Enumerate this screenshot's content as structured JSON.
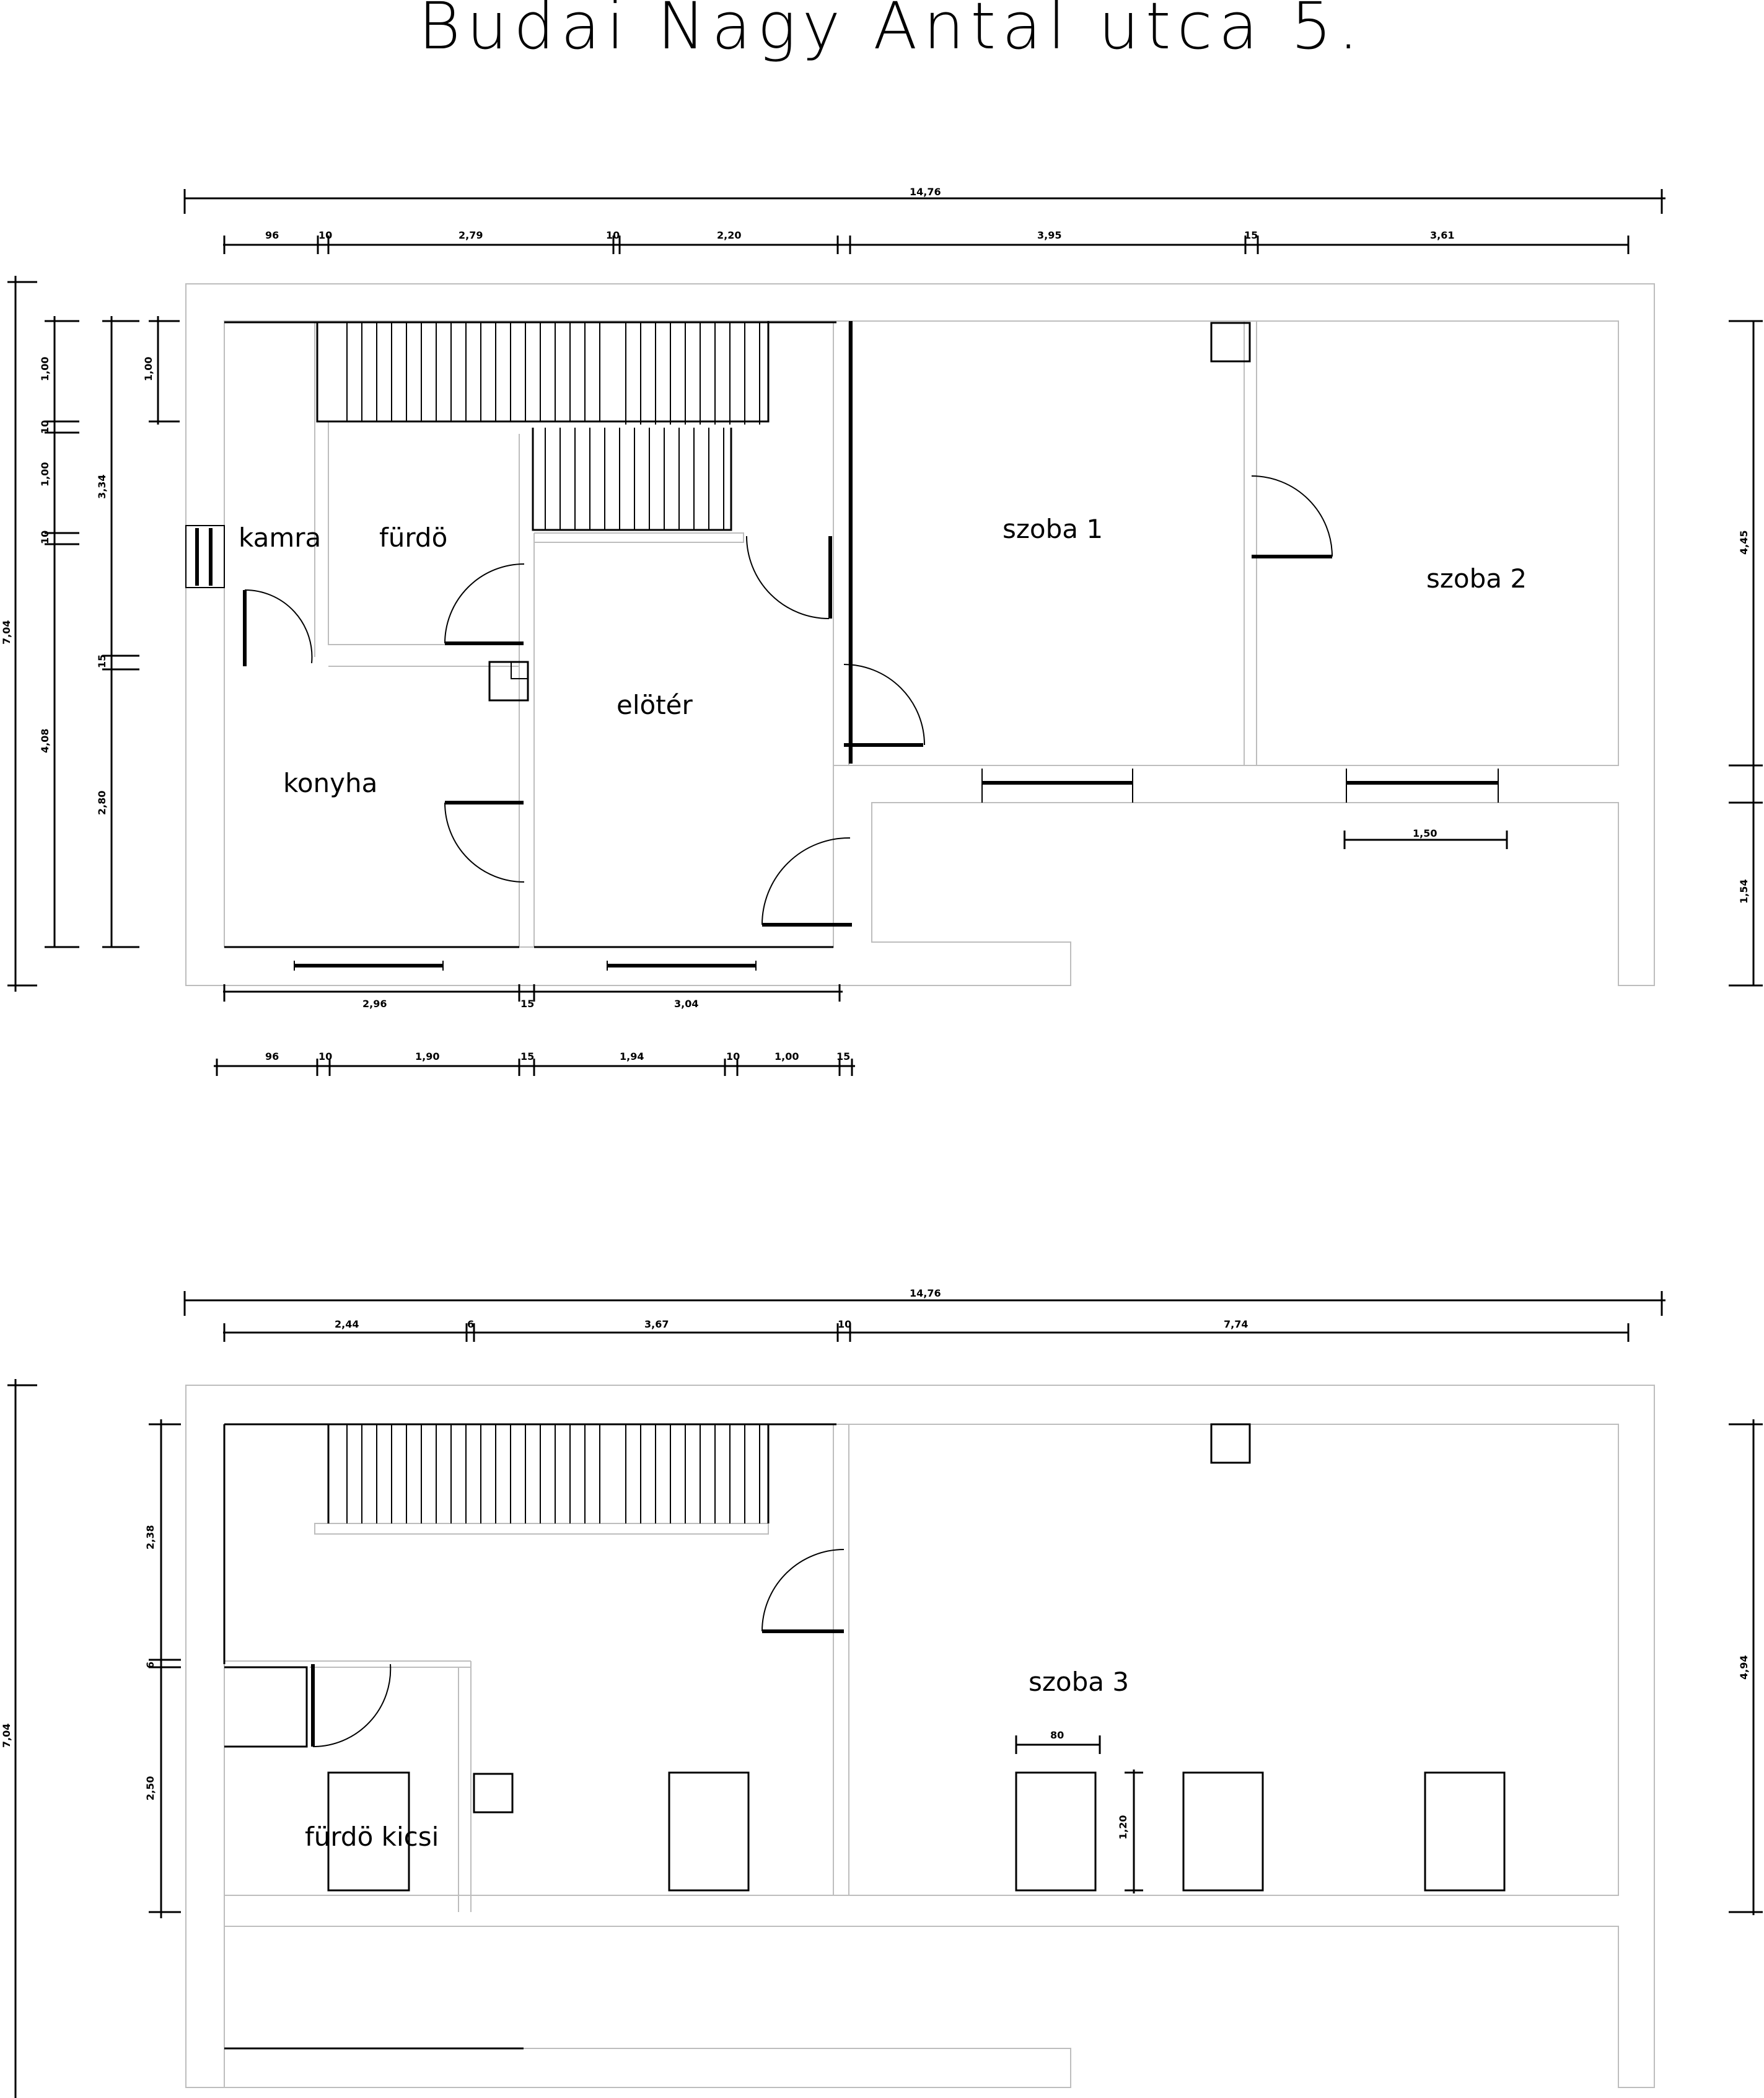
{
  "title": "Budai Nagy Antal utca 5.",
  "ground_floor": {
    "rooms": {
      "kamra": "kamra",
      "furdo": "fürdö",
      "konyha": "konyha",
      "eloter": "elötér",
      "szoba1": "szoba 1",
      "szoba2": "szoba 2"
    },
    "dims_top_total": "14,76",
    "dims_top": [
      "96",
      "10",
      "2,79",
      "10",
      "2,20",
      "3,95",
      "15",
      "3,61"
    ],
    "dims_bottom_1": [
      "2,96",
      "15",
      "3,04"
    ],
    "dims_bottom_2": [
      "96",
      "10",
      "1,90",
      "15",
      "1,94",
      "10",
      "1,00",
      "15"
    ],
    "dims_left_outer": "7,04",
    "dims_left_1": [
      "1,00",
      "10",
      "1,00",
      "10",
      "4,08"
    ],
    "dims_left_2": [
      "3,34",
      "15",
      "2,80"
    ],
    "dims_left_3": [
      "1,00"
    ],
    "dims_right": [
      "4,45",
      "1,54"
    ],
    "dims_window": "1,50"
  },
  "upper_floor": {
    "rooms": {
      "furdo_kicsi": "fürdö kicsi",
      "szoba3": "szoba 3"
    },
    "dims_top_total": "14,76",
    "dims_top": [
      "2,44",
      "6",
      "3,67",
      "10",
      "7,74"
    ],
    "dims_left_outer": "7,04",
    "dims_left": [
      "2,38",
      "6",
      "2,50"
    ],
    "dims_right": "4,94",
    "dims_window_w": "80",
    "dims_window_h": "1,20"
  }
}
